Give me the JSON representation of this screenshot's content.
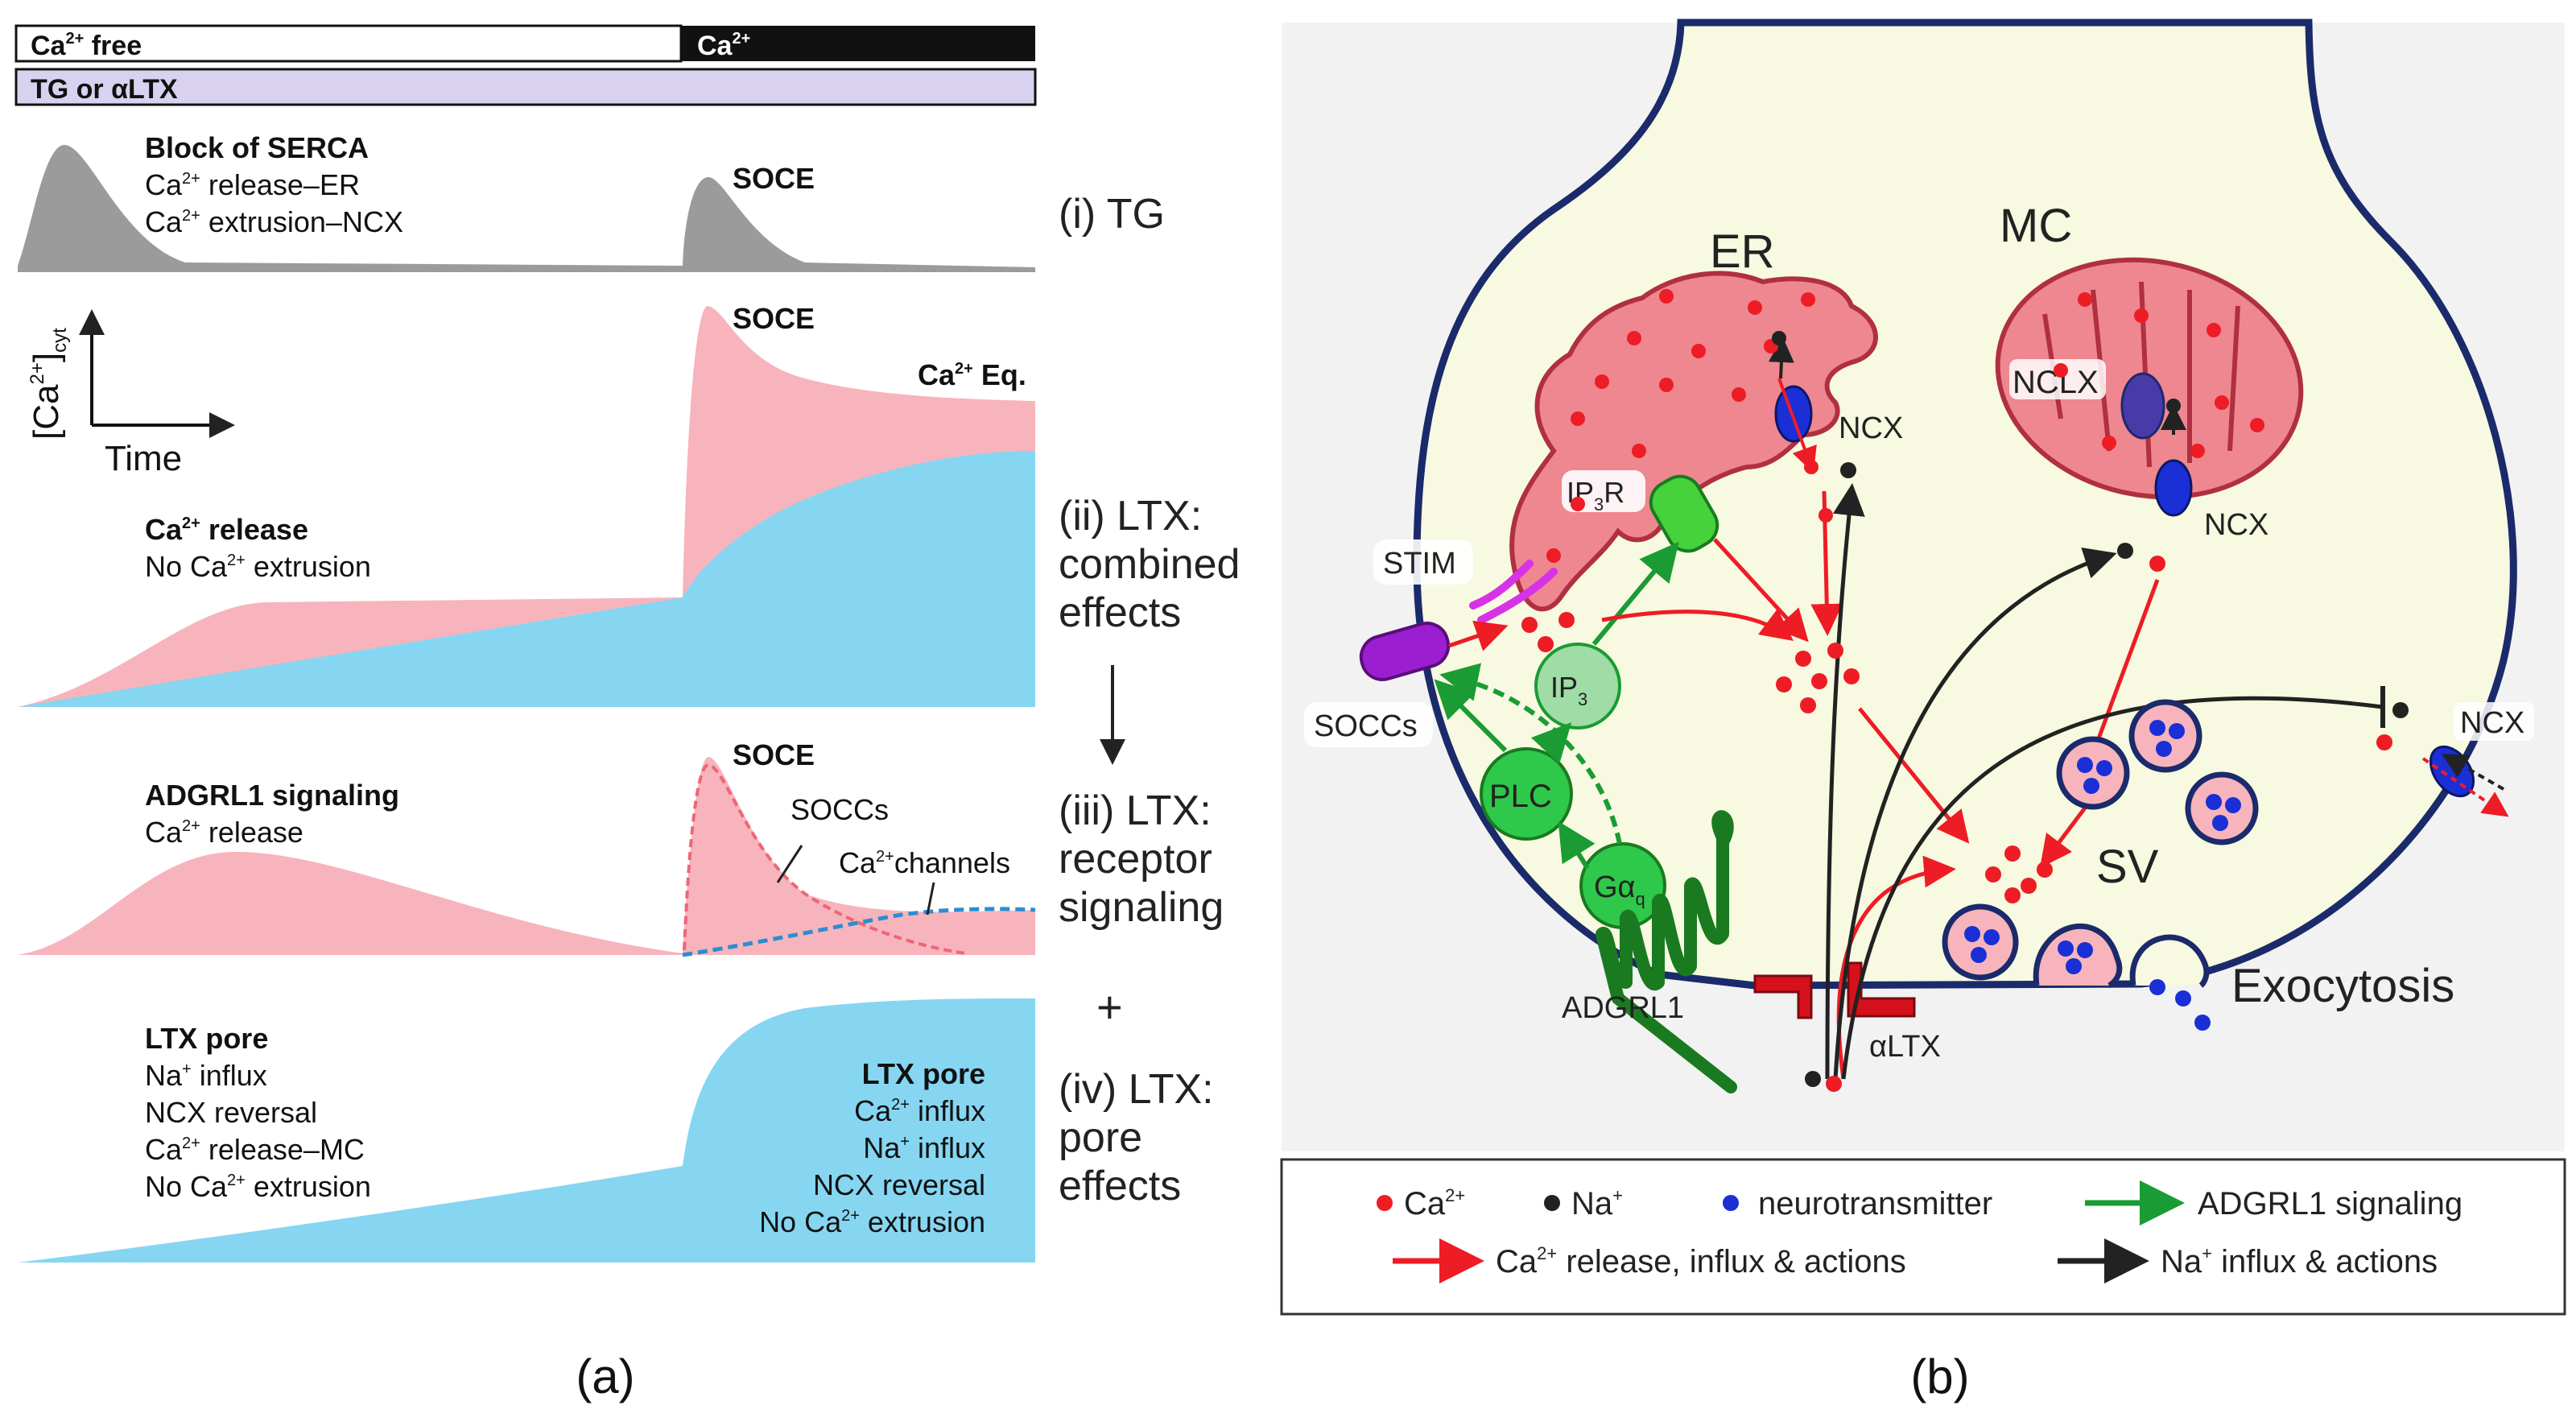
{
  "colors": {
    "pink": "#f7b4bc",
    "blue": "#86d6f2",
    "grey": "#9b9b9b",
    "lavender": "#d8d2f0",
    "cell": "#f7f9e0",
    "membrane": "#1b2a6b",
    "er": "#ee8790",
    "red": "#ee1c25",
    "green": "#1a9b33",
    "purple": "#9b1fd1"
  },
  "panel_a": {
    "bar_ca_free": "Ca",
    "bar_ca_free_sup": "2+",
    "bar_ca_free_suffix": " free",
    "bar_ca": "Ca",
    "bar_ca_sup": "2+",
    "bar_treatment": "TG or αLTX",
    "row1": {
      "title": "Block of SERCA",
      "line1_a": "Ca",
      "line1_sup": "2+",
      "line1_b": " release–ER",
      "line2_a": "Ca",
      "line2_sup": "2+",
      "line2_b": " extrusion–NCX",
      "soce": "SOCE",
      "side": "(i) TG"
    },
    "axes": {
      "y_a": "[Ca",
      "y_sup": "2+",
      "y_b": "]",
      "y_sub": "cyt",
      "x": "Time"
    },
    "row2": {
      "soce": "SOCE",
      "eq_a": "Ca",
      "eq_sup": "2+",
      "eq_b": " Eq.",
      "title_a": "Ca",
      "title_sup": "2+",
      "title_b": " release",
      "line1_a": "No Ca",
      "line1_sup": "2+",
      "line1_b": " extrusion",
      "side1": "(ii) LTX:",
      "side2": "combined",
      "side3": "effects"
    },
    "row3": {
      "title": "ADGRL1 signaling",
      "line1_a": "Ca",
      "line1_sup": "2+",
      "line1_b": " release",
      "soce": "SOCE",
      "soccs": "SOCCs",
      "channels_a": "Ca",
      "channels_sup": "2+",
      "channels_b": "channels",
      "side1": "(iii) LTX:",
      "side2": "receptor",
      "side3": "signaling",
      "plus": "+"
    },
    "row4": {
      "title": "LTX pore",
      "line1_a": "Na",
      "line1_sup": "+",
      "line1_b": " influx",
      "line2": "NCX reversal",
      "line3_a": "Ca",
      "line3_sup": "2+",
      "line3_b": " release–MC",
      "line4_a": "No Ca",
      "line4_sup": "2+",
      "line4_b": " extrusion",
      "right_title": "LTX pore",
      "right1_a": "Ca",
      "right1_sup": "2+",
      "right1_b": " influx",
      "right2_a": "Na",
      "right2_sup": "+",
      "right2_b": " influx",
      "right3": "NCX reversal",
      "right4_a": "No Ca",
      "right4_sup": "2+",
      "right4_b": " extrusion",
      "side1": "(iv) LTX:",
      "side2": "pore",
      "side3": "effects"
    },
    "caption": "(a)"
  },
  "panel_b": {
    "er": "ER",
    "mc": "MC",
    "nclx": "NCLX",
    "ncx": "NCX",
    "ip3r_a": "IP",
    "ip3r_sub": "3",
    "ip3r_b": "R",
    "stim": "STIM",
    "soccs": "SOCCs",
    "ip3_a": "IP",
    "ip3_sub": "3",
    "plc": "PLC",
    "gaq_a": "Gα",
    "gaq_sub": "q",
    "adgrl1": "ADGRL1",
    "altx": "αLTX",
    "sv": "SV",
    "exocytosis": "Exocytosis",
    "legend": {
      "ca_a": "Ca",
      "ca_sup": "2+",
      "na_a": "Na",
      "na_sup": "+",
      "nt": "neurotransmitter",
      "adgrl1_signal": "ADGRL1 signaling",
      "ca_actions_a": "Ca",
      "ca_actions_sup": "2+",
      "ca_actions_b": " release, influx & actions",
      "na_actions_a": "Na",
      "na_actions_sup": "+",
      "na_actions_b": " influx & actions"
    },
    "caption": "(b)"
  }
}
